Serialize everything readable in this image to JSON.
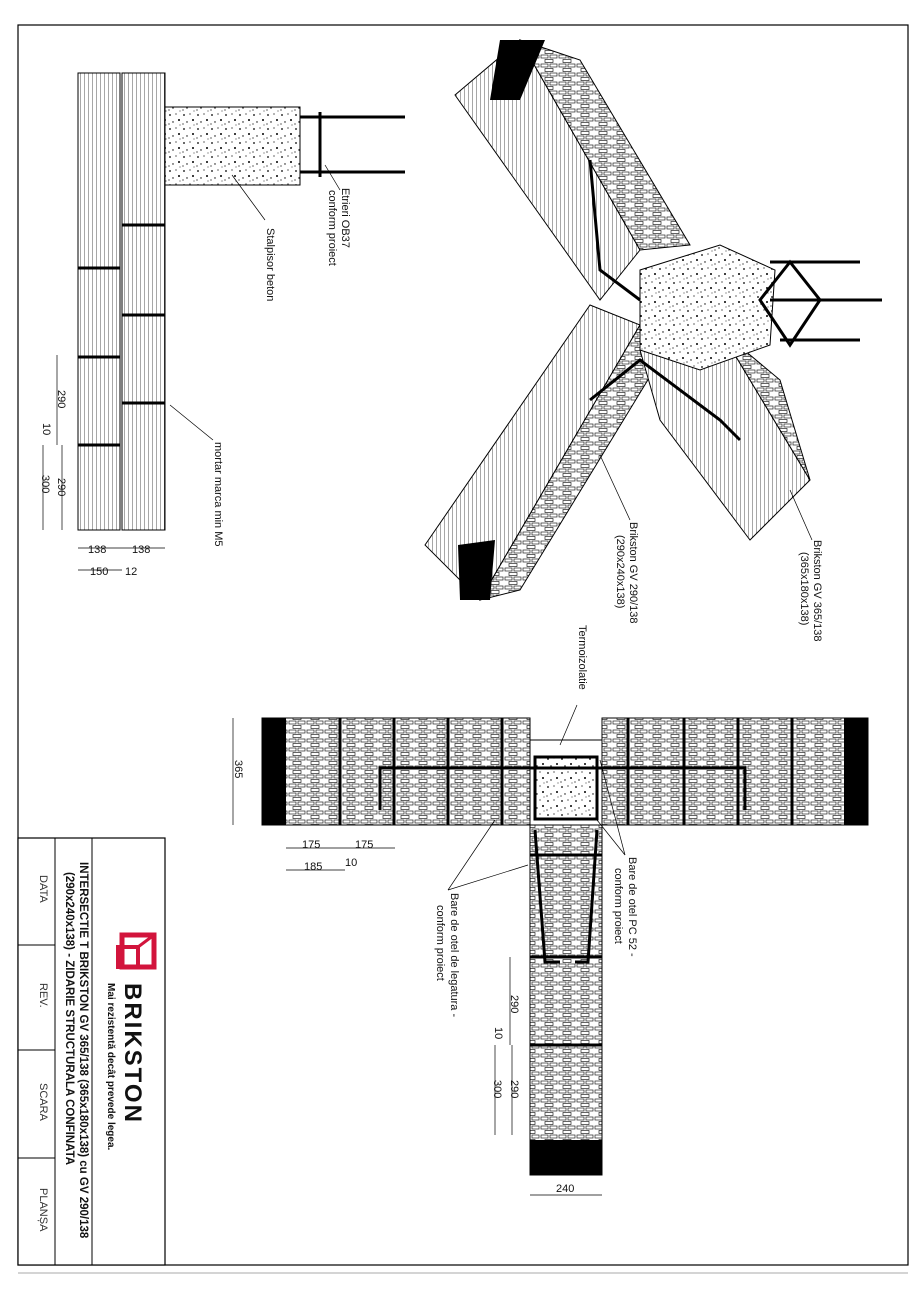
{
  "elevation": {
    "label_stirrups": [
      "Etrieri OB37",
      "conform proiect"
    ],
    "label_column": "Stalpisor beton",
    "label_mortar": "mortar marca min M5",
    "dims_vertical": [
      "290",
      "10",
      "300",
      "290"
    ],
    "dims_horizontal": [
      "138",
      "138",
      "150",
      "12"
    ]
  },
  "isometric": {
    "label_block_290": [
      "Brikston GV 290/138",
      "(290x240x138)"
    ],
    "label_block_365": [
      "Brikston GV 365/138",
      "(365x180x138)"
    ]
  },
  "plan": {
    "label_insulation": "Termoizolatie",
    "label_pc52": [
      "Bare de otel PC 52 -",
      "conform proiect"
    ],
    "label_ties": [
      "Bare de otel de legatura -",
      "conform proiect"
    ],
    "dim_wall_thickness": "365",
    "dims_horizontal": [
      "175",
      "175",
      "185",
      "10"
    ],
    "dims_vertical": [
      "290",
      "10",
      "300",
      "290"
    ],
    "dim_branch_width": "240"
  },
  "title_block": {
    "brand": "BRIKSTON",
    "tagline": "Mai rezistentă decât prevede legea.",
    "title_line1": "INTERSECTIE T BRIKSTON  GV 365/138 (365x180x138) cu GV 290/138",
    "title_line2": "(290x240x138) - ZIDARIE STRUCTURALA CONFINATA",
    "fields": [
      "DATA",
      "REV.",
      "SCARA",
      "PLANȘA"
    ],
    "brand_color": "#d2143c"
  }
}
